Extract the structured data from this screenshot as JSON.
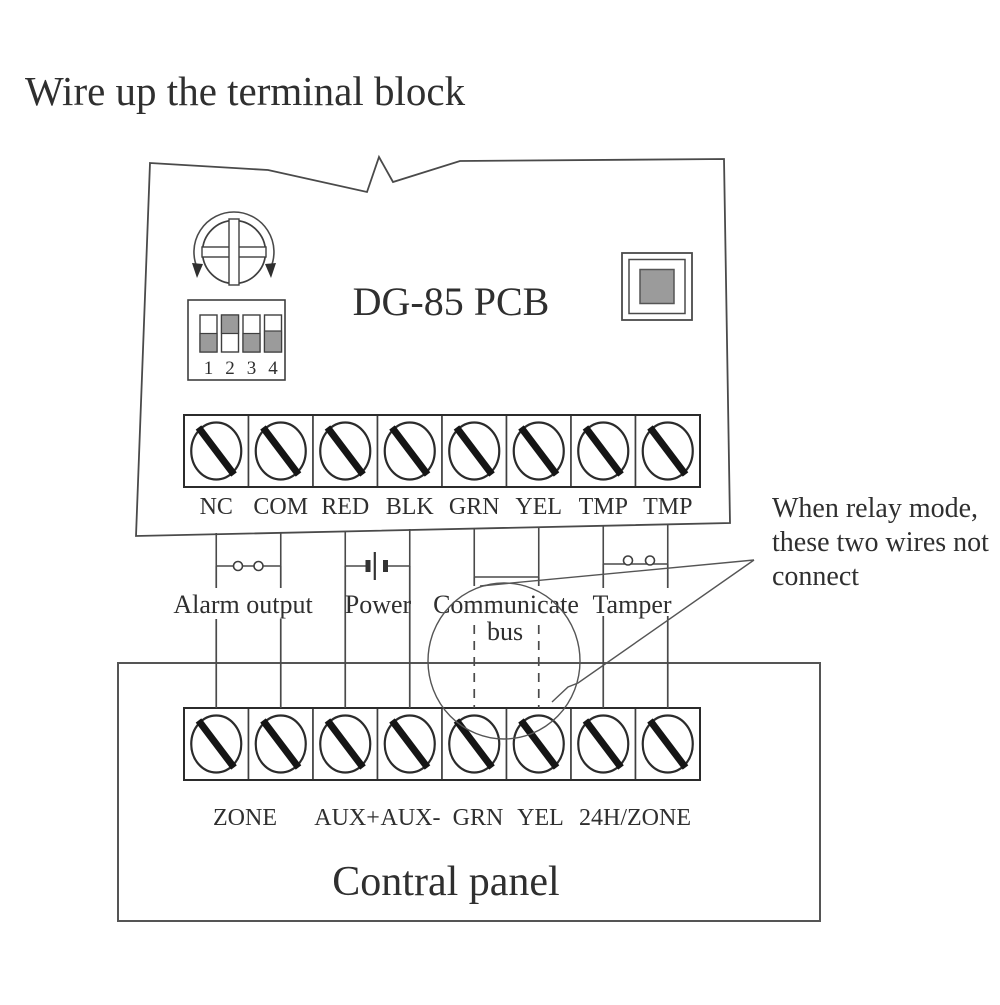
{
  "title": "Wire up the terminal block",
  "pcb": {
    "label": "DG-85 PCB",
    "dip_numbers": [
      "1",
      "2",
      "3",
      "4"
    ],
    "dip_states": [
      "down",
      "up",
      "down",
      "down"
    ],
    "terminals": [
      "NC",
      "COM",
      "RED",
      "BLK",
      "GRN",
      "YEL",
      "TMP",
      "TMP"
    ]
  },
  "wiring": {
    "alarm_label": "Alarm output",
    "power_label": "Power",
    "comm_label_line1": "Communicate",
    "comm_label_line2": "bus",
    "tamper_label": "Tamper"
  },
  "note": {
    "line1": "When relay mode,",
    "line2": "these two wires not",
    "line3": "connect"
  },
  "panel": {
    "label": "Contral panel",
    "terminals": [
      "ZONE",
      "AUX+",
      "AUX-",
      "GRN",
      "YEL",
      "24H/ZONE"
    ]
  },
  "colors": {
    "line": "#4a4a4a",
    "text": "#2f2f2f",
    "fill_gray": "#9b9b9b"
  }
}
